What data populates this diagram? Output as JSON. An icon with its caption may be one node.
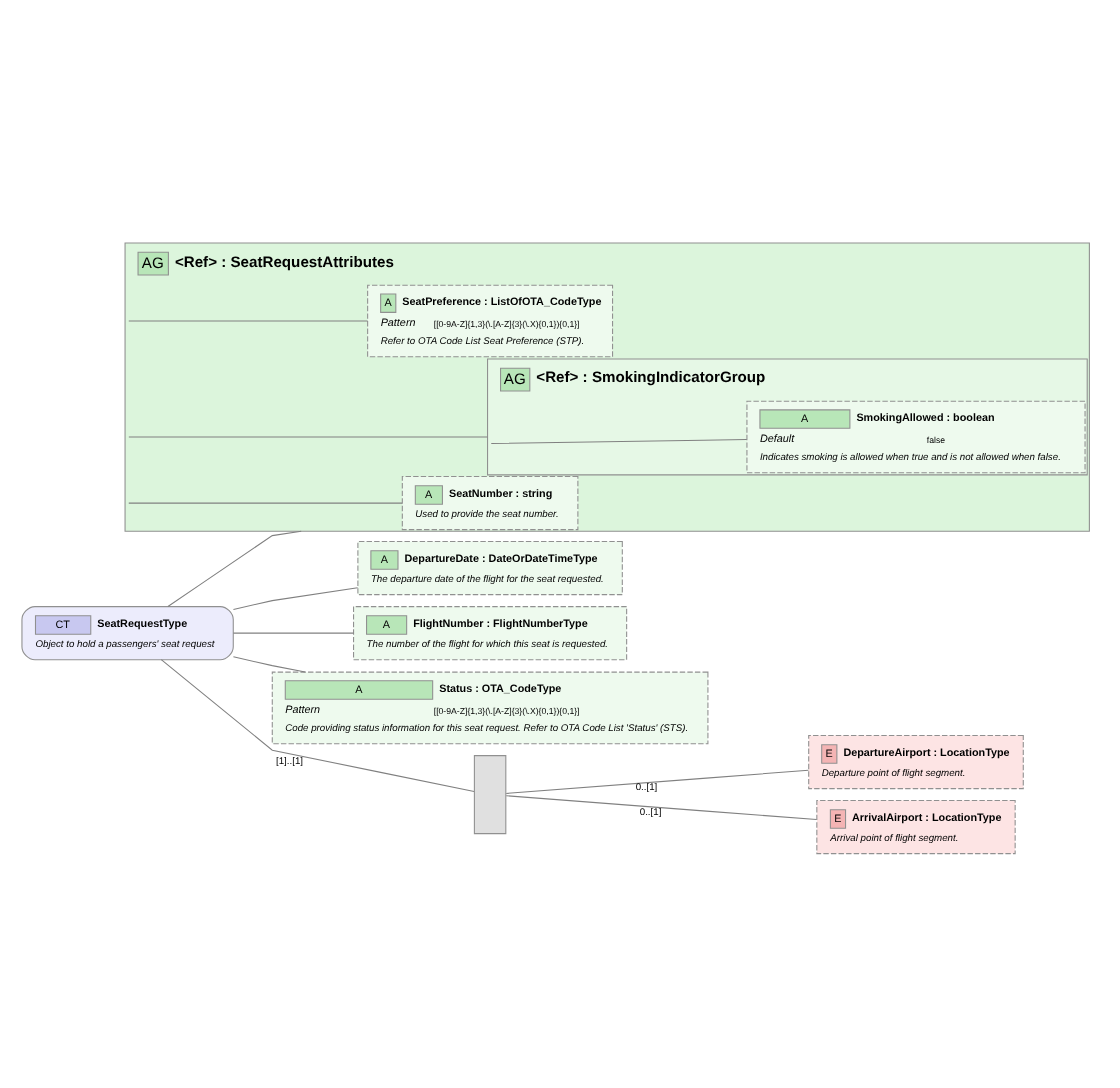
{
  "diagram": {
    "nodes": [
      {
        "text": [
          "CT",
          "SeatRequestType",
          "Object to hold a passengers' seat request"
        ]
      },
      {
        "text": [
          "AG",
          "<Ref> : SeatRequestAttributes"
        ]
      },
      {
        "text": [
          "A",
          "SeatNumber : string",
          "Used to provide the seat number."
        ],
        "in": 1
      },
      {
        "text": [
          "A",
          "SeatPreference : ListOfOTA_CodeType",
          "Pattern",
          "[[0-9A-Z]{1,3}(\\.[A-Z]{3}(\\.X){0,1}){0,1}]",
          "Refer to OTA Code List Seat Preference (STP)."
        ],
        "in": 1
      },
      {
        "text": [
          "AG",
          "<Ref> : SmokingIndicatorGroup"
        ],
        "in": 1
      },
      {
        "text": [
          "A",
          "SmokingAllowed : boolean",
          "Default",
          "false",
          "Indicates smoking is allowed when true and is not allowed when false."
        ],
        "in": 4
      },
      {
        "text": [
          "A",
          "DepartureDate : DateOrDateTimeType",
          "The departure date of the flight for the seat requested."
        ]
      },
      {
        "text": [
          "A",
          "FlightNumber : FlightNumberType",
          "The number of the flight for which this seat is requested."
        ]
      },
      {
        "text": [
          "A",
          "Status : OTA_CodeType",
          "Pattern",
          "[[0-9A-Z]{1,3}(\\.[A-Z]{3}(\\.X){0,1}){0,1}]",
          "Code providing status information for this seat request. Refer to OTA Code List 'Status' (STS)."
        ]
      },
      {
        "text": [],
        "shape": "box"
      },
      {
        "text": [
          "E",
          "DepartureAirport : LocationType",
          "Departure point of flight segment."
        ]
      },
      {
        "text": [
          "E",
          "ArrivalAirport : LocationType",
          "Arrival point of flight segment."
        ]
      }
    ],
    "edges": [
      {
        "from": 0,
        "to": 1,
        "arrow": "none"
      },
      {
        "from": 1,
        "to": 2,
        "arrow": "none"
      },
      {
        "from": 1,
        "to": 3,
        "arrow": "none"
      },
      {
        "from": 1,
        "to": 4,
        "arrow": "none"
      },
      {
        "from": 4,
        "to": 5,
        "arrow": "none"
      },
      {
        "from": 0,
        "to": 6,
        "arrow": "none"
      },
      {
        "from": 0,
        "to": 7,
        "arrow": "none"
      },
      {
        "from": 0,
        "to": 8,
        "arrow": "none"
      },
      {
        "from": 0,
        "to": 9,
        "label": "[1]..[1]",
        "arrow": "none"
      },
      {
        "from": 9,
        "to": 10,
        "label": "0..[1]",
        "arrow": "none"
      },
      {
        "from": 9,
        "to": 11,
        "label": "0..[1]",
        "arrow": "none"
      }
    ]
  }
}
